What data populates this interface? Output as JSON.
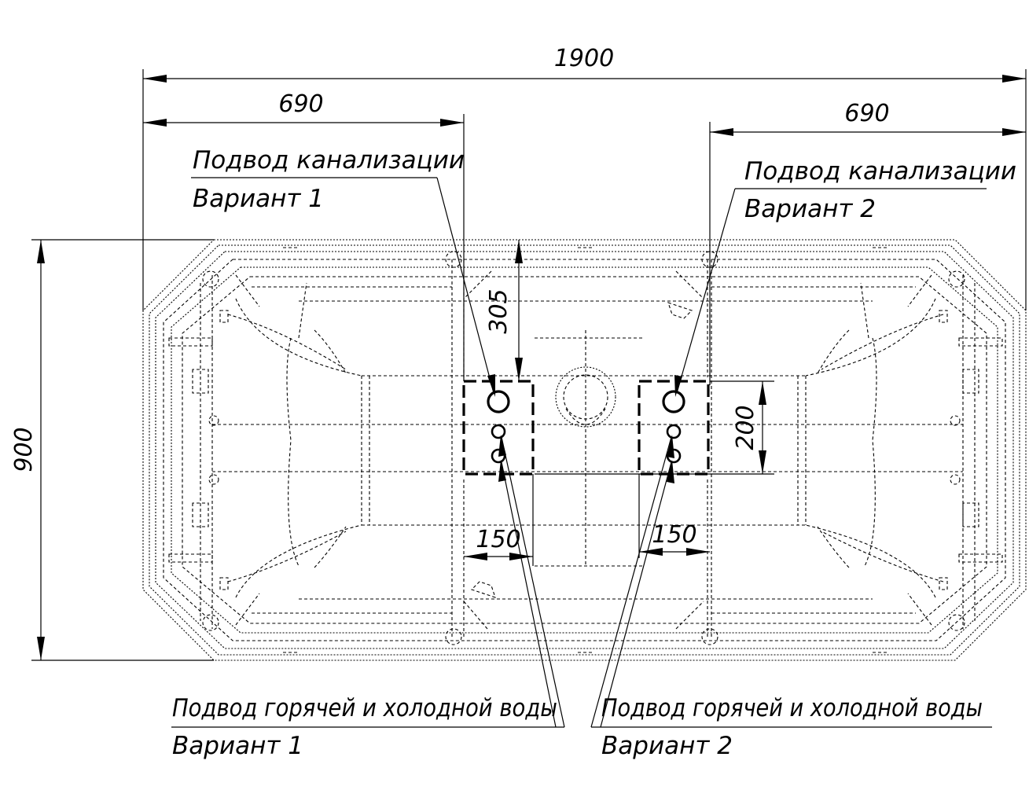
{
  "dimensions": {
    "total_length": "1900",
    "left_offset": "690",
    "right_offset": "690",
    "height": "900",
    "drain_from_top": "305",
    "pipe_spacing": "200",
    "left_box_width": "150",
    "right_box_width": "150"
  },
  "labels": {
    "drain_v1": {
      "line1": "Подвод канализации",
      "line2": "Вариант 1"
    },
    "drain_v2": {
      "line1": "Подвод канализации",
      "line2": "Вариант 2"
    },
    "water_v1": {
      "line1": "Подвод горячей и холодной воды",
      "line2": "Вариант 1"
    },
    "water_v2": {
      "line1": "Подвод горячей и холодной воды",
      "line2": "Вариант 2"
    }
  }
}
